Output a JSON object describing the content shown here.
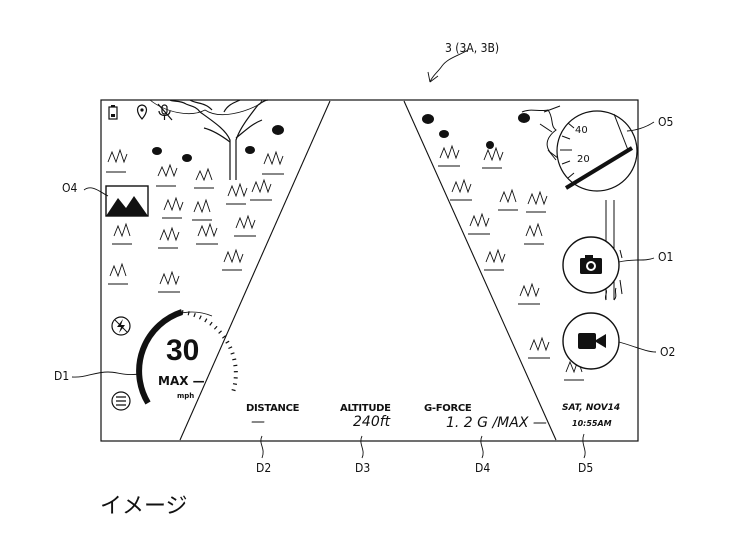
{
  "figure_ref": "3 (3A, 3B)",
  "callouts": {
    "o1": "O1",
    "o2": "O2",
    "o4": "O4",
    "o5": "O5",
    "d1": "D1",
    "d2": "D2",
    "d3": "D3",
    "d4": "D4",
    "d5": "D5"
  },
  "hud": {
    "speed": "30",
    "max_label": "MAX —",
    "unit": "mph",
    "distance_label": "DISTANCE",
    "distance_value": "—",
    "altitude_label": "ALTITUDE",
    "altitude_value": "240ft",
    "gforce_label": "G-FORCE",
    "gforce_value": "1. 2 G /MAX —",
    "date": "SAT, NOV14",
    "time": "10:55AM"
  },
  "gauge": {
    "mark_high": "40",
    "mark_low": "20"
  },
  "status_icons": [
    "battery-icon",
    "location-pin-icon",
    "mic-muted-icon"
  ],
  "buttons": {
    "photo": "camera-icon",
    "video": "video-camera-icon"
  },
  "caption": "イメージ"
}
